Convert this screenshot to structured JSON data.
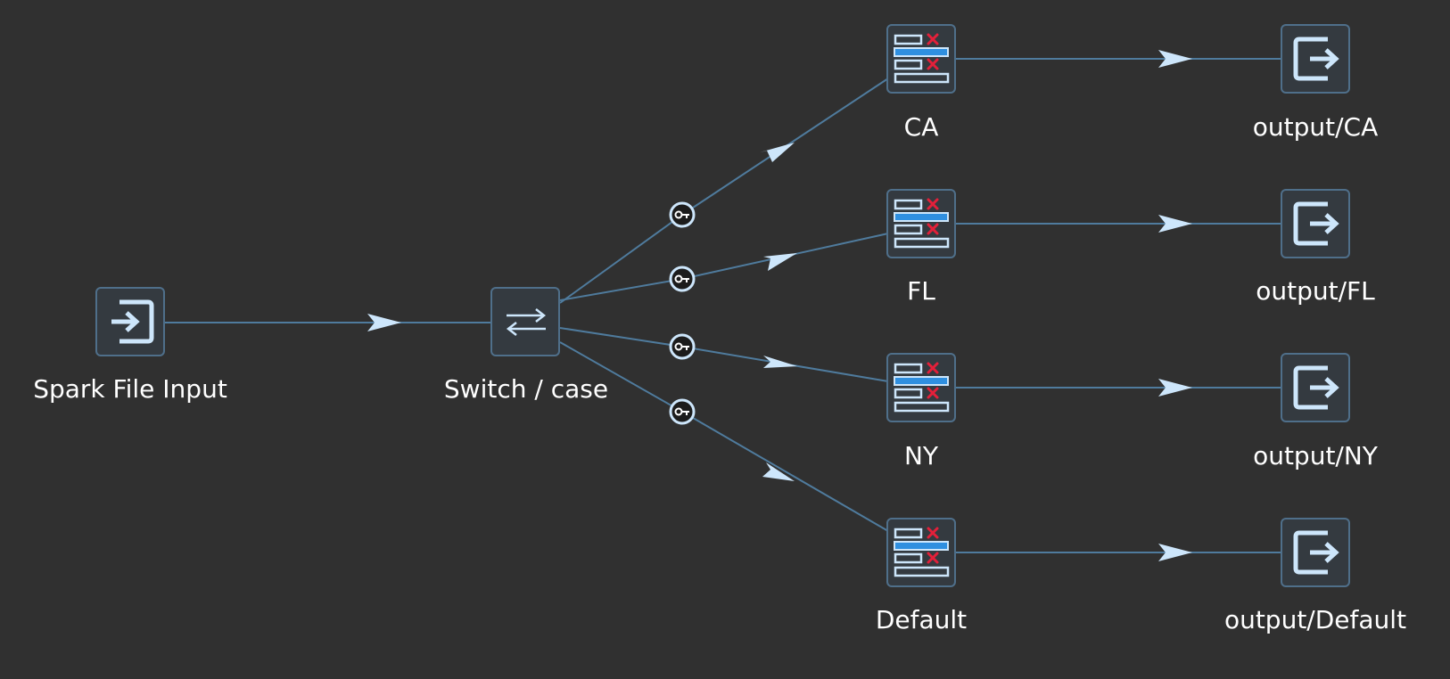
{
  "diagram": {
    "background": "#303030",
    "colors": {
      "hop_line": "#4f7b9d",
      "arrow_fill": "#cde6fb",
      "node_border": "#4f6f8a",
      "node_fill": "#343a40",
      "icon_stroke": "#cde6fb",
      "highlight_blue": "#2f8fe0",
      "remove_red": "#e3203a",
      "marker_fill": "#1c1c1c",
      "label_text": "#ffffff"
    },
    "input_step": {
      "label": "Spark File Input",
      "icon": "file-input-icon"
    },
    "switch_step": {
      "label": "Switch / case",
      "icon": "switch-case-icon"
    },
    "select_steps": [
      {
        "label": "CA",
        "icon": "select-values-icon"
      },
      {
        "label": "FL",
        "icon": "select-values-icon"
      },
      {
        "label": "NY",
        "icon": "select-values-icon"
      },
      {
        "label": "Default",
        "icon": "select-values-icon"
      }
    ],
    "output_steps": [
      {
        "label": "output/CA",
        "icon": "file-output-icon"
      },
      {
        "label": "output/FL",
        "icon": "file-output-icon"
      },
      {
        "label": "output/NY",
        "icon": "file-output-icon"
      },
      {
        "label": "output/Default",
        "icon": "file-output-icon"
      }
    ],
    "hop_marker_icon": "key-icon"
  }
}
